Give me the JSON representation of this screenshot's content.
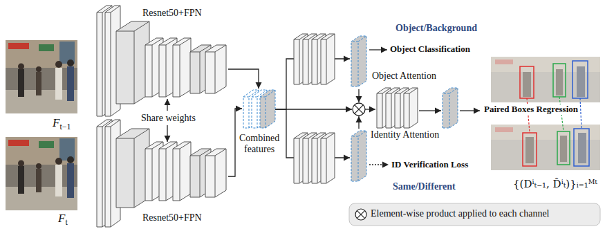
{
  "diagram": {
    "nodes": [
      {
        "text": [
          "Ft−1"
        ]
      },
      {
        "text": [
          "Ft"
        ]
      },
      {
        "text": [
          "Resnet50+FPN"
        ]
      },
      {
        "text": [
          "Resnet50+FPN"
        ]
      },
      {
        "text": [
          "Combined features"
        ]
      },
      {
        "text": [
          "Object/Background",
          "Object Attention"
        ]
      },
      {
        "text": [
          "Same/Different"
        ]
      }
    ],
    "edges": [
      {
        "from": 2,
        "to": 4,
        "arrow": "to"
      },
      {
        "from": 3,
        "to": 4,
        "arrow": "to"
      },
      {
        "from": 4,
        "to": 5,
        "arrow": "to"
      },
      {
        "from": 4,
        "to": 6,
        "arrow": "to"
      }
    ],
    "labels": [
      "Share weights",
      "Object Classification",
      "Identity Attention",
      "ID Verification Loss",
      "Paired Boxes Regression",
      "{(Dⁱₜ₋₁, D̂ⁱₜ)}ᵢ₌₁ᴹᵗ"
    ],
    "legend": [
      {
        "text": "Element-wise product applied to each channel"
      }
    ]
  }
}
